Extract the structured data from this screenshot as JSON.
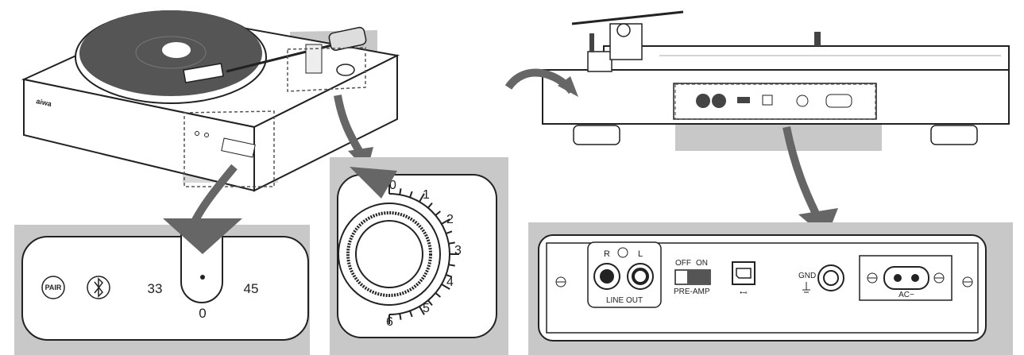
{
  "turntable_brand": "aiwa",
  "speed_panel": {
    "pair_label": "PAIR",
    "bluetooth_icon": "bluetooth-icon",
    "speed_33": "33",
    "speed_0": "0",
    "speed_45": "45"
  },
  "dial_panel": {
    "marks": [
      "0",
      "1",
      "2",
      "3",
      "4",
      "5",
      "6"
    ]
  },
  "rear_panel": {
    "r_label": "R",
    "l_label": "L",
    "line_out_label": "LINE OUT",
    "off_label": "OFF",
    "on_label": "ON",
    "pre_amp_label": "PRE-AMP",
    "usb_label": "•⊸",
    "gnd_label": "GND",
    "ac_label": "AC~"
  },
  "colors": {
    "gray_panel": "#c8c8c8",
    "line": "#222222",
    "platter": "#555555"
  }
}
